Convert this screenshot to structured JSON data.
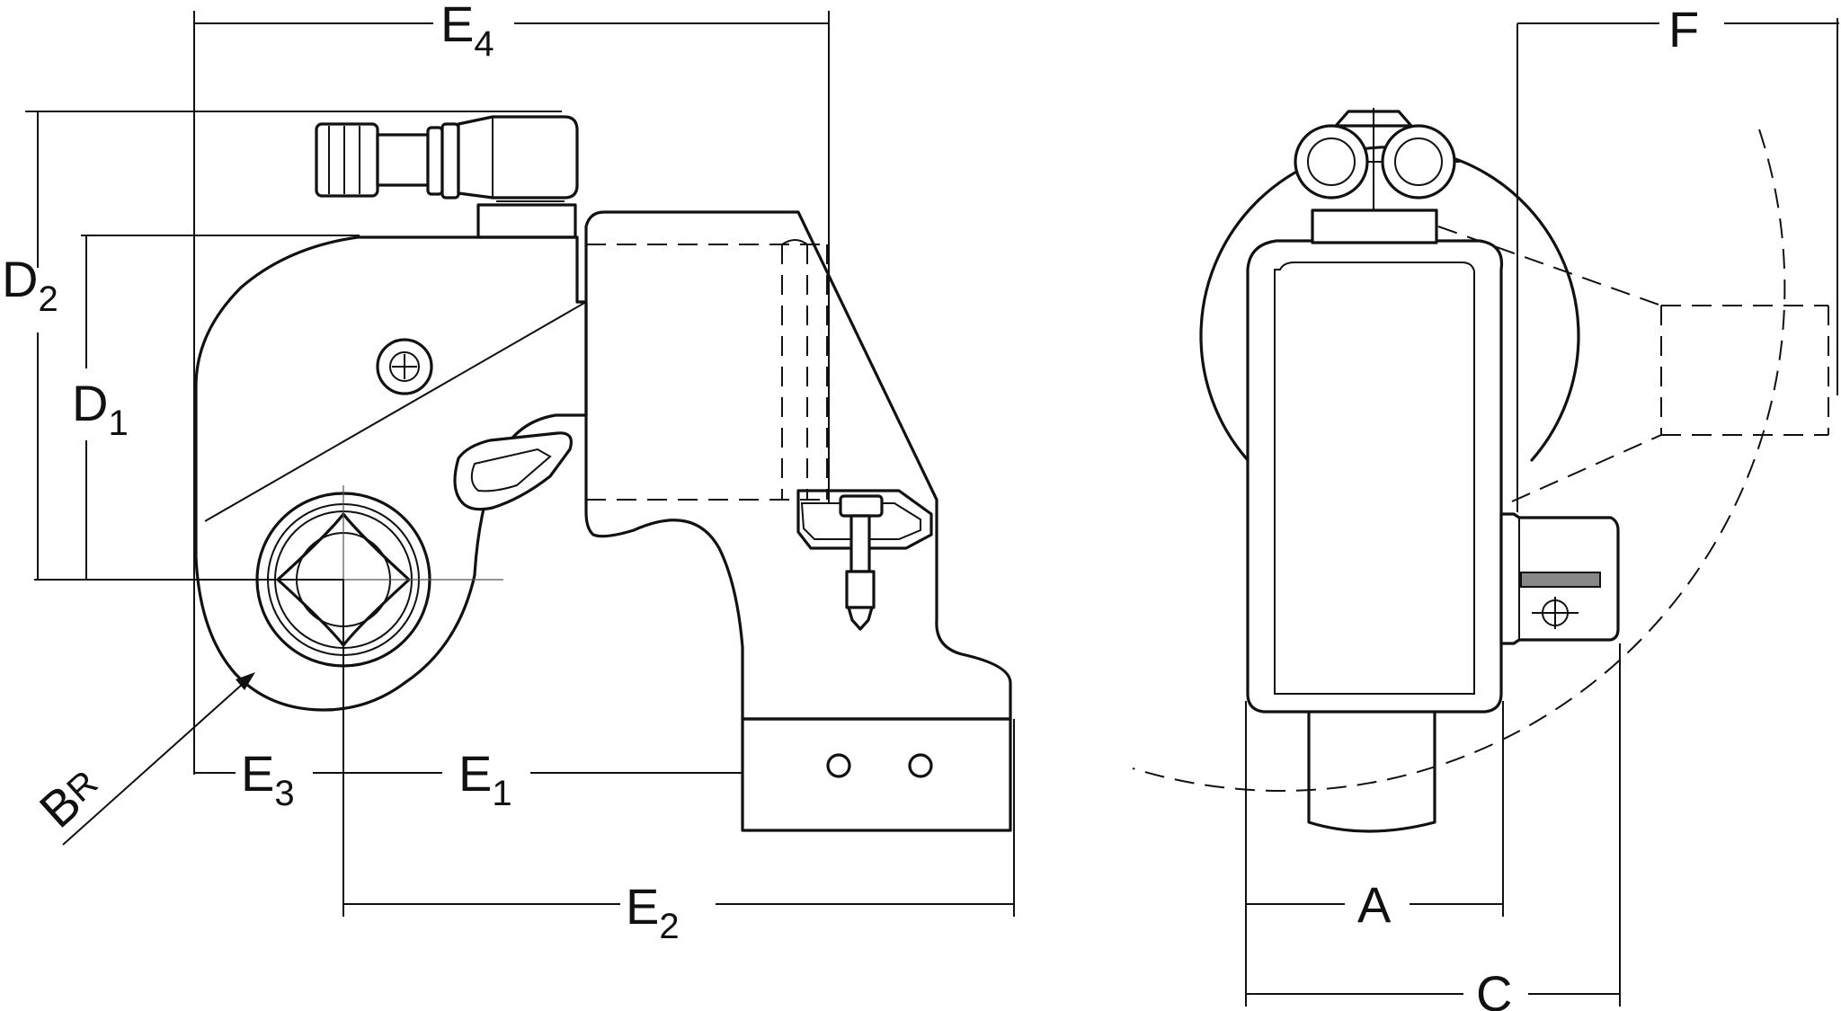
{
  "labels": {
    "e4": {
      "main": "E",
      "sub": "4"
    },
    "f": {
      "main": "F"
    },
    "d2": {
      "main": "D",
      "sub": "2"
    },
    "d1": {
      "main": "D",
      "sub": "1"
    },
    "e3": {
      "main": "E",
      "sub": "3"
    },
    "e1": {
      "main": "E",
      "sub": "1"
    },
    "e2": {
      "main": "E",
      "sub": "2"
    },
    "br": {
      "main": "B",
      "sub": "R"
    },
    "a": {
      "main": "A"
    },
    "c": {
      "main": "C"
    }
  }
}
